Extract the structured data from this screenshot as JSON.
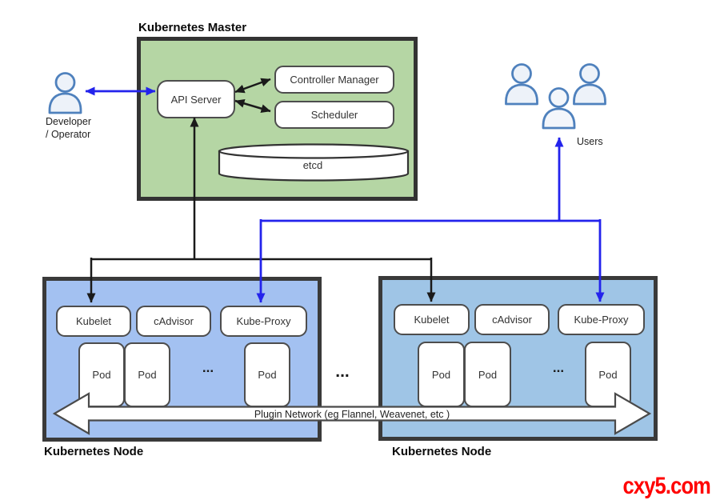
{
  "master": {
    "title": "Kubernetes Master",
    "api_server": "API Server",
    "controller_manager": "Controller Manager",
    "scheduler": "Scheduler",
    "etcd": "etcd"
  },
  "actors": {
    "developer_line1": "Developer",
    "developer_line2": "/ Operator",
    "users_label": "Users"
  },
  "nodes": [
    {
      "title": "Kubernetes Node",
      "kubelet": "Kubelet",
      "cadvisor": "cAdvisor",
      "kube_proxy": "Kube-Proxy",
      "pods": [
        "Pod",
        "Pod",
        "Pod"
      ],
      "ellipsis": "..."
    },
    {
      "title": "Kubernetes Node",
      "kubelet": "Kubelet",
      "cadvisor": "cAdvisor",
      "kube_proxy": "Kube-Proxy",
      "pods": [
        "Pod",
        "Pod",
        "Pod"
      ],
      "ellipsis": "..."
    }
  ],
  "between_nodes_ellipsis": "...",
  "plugin_network_label": "Plugin Network (eg Flannel, Weavenet, etc )",
  "watermark": "cxy5.com",
  "colors": {
    "master_fill": "#b5d6a4",
    "node_left_fill": "#a3c1f1",
    "node_right_fill": "#9fc5e6",
    "outer_border": "#3a3a3a",
    "box_border": "#4d4d4d",
    "arrow_black": "#1a1a1a",
    "arrow_blue": "#2323ec",
    "person_stroke": "#4f81bd",
    "person_fill": "#edf2f9",
    "watermark_red": "#ff0000"
  }
}
